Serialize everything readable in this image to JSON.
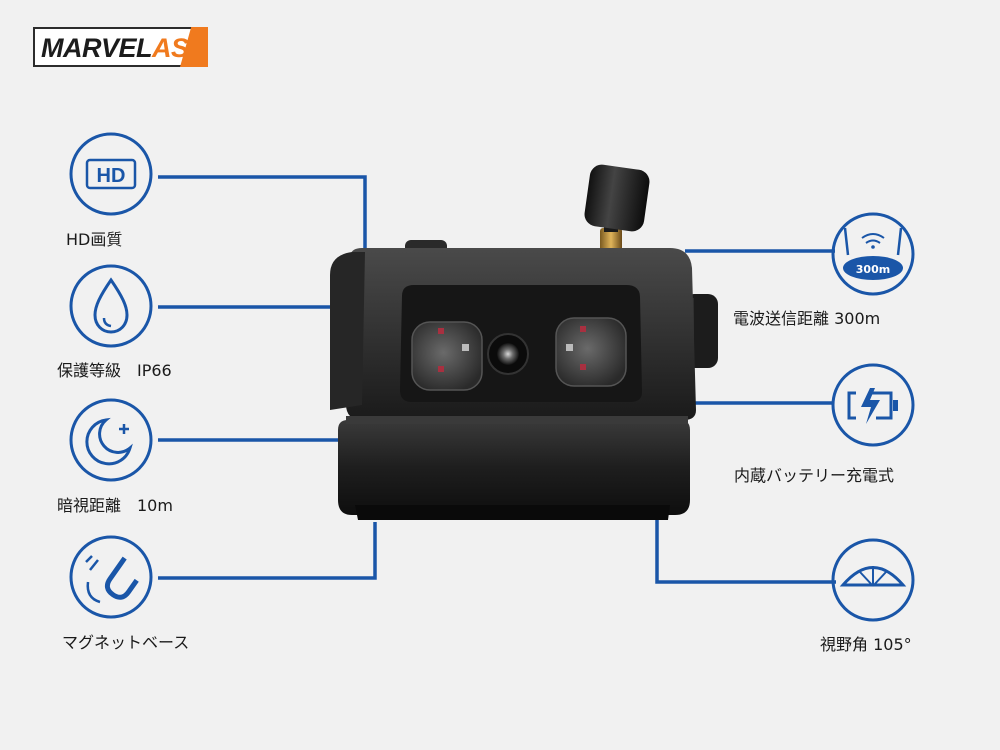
{
  "brand": {
    "name_part1": "MARVEL",
    "name_part2": "AS",
    "accent_color": "#f07a1e"
  },
  "colors": {
    "line_blue": "#1a56a8",
    "background": "#f1f1f1"
  },
  "features_left": [
    {
      "icon": "hd-icon",
      "label": "HD画質"
    },
    {
      "icon": "water-drop-icon",
      "label": "保護等級　IP66"
    },
    {
      "icon": "moon-star-icon",
      "label": "暗視距離　10m"
    },
    {
      "icon": "magnet-icon",
      "label": "マグネットベース"
    }
  ],
  "features_right": [
    {
      "icon": "wifi-router-icon",
      "icon_text": "300m",
      "label": "電波送信距離 300m"
    },
    {
      "icon": "battery-charge-icon",
      "label": "内蔵バッテリー充電式"
    },
    {
      "icon": "viewing-angle-icon",
      "label": "視野角 105°"
    }
  ],
  "hd_icon_text": "HD"
}
